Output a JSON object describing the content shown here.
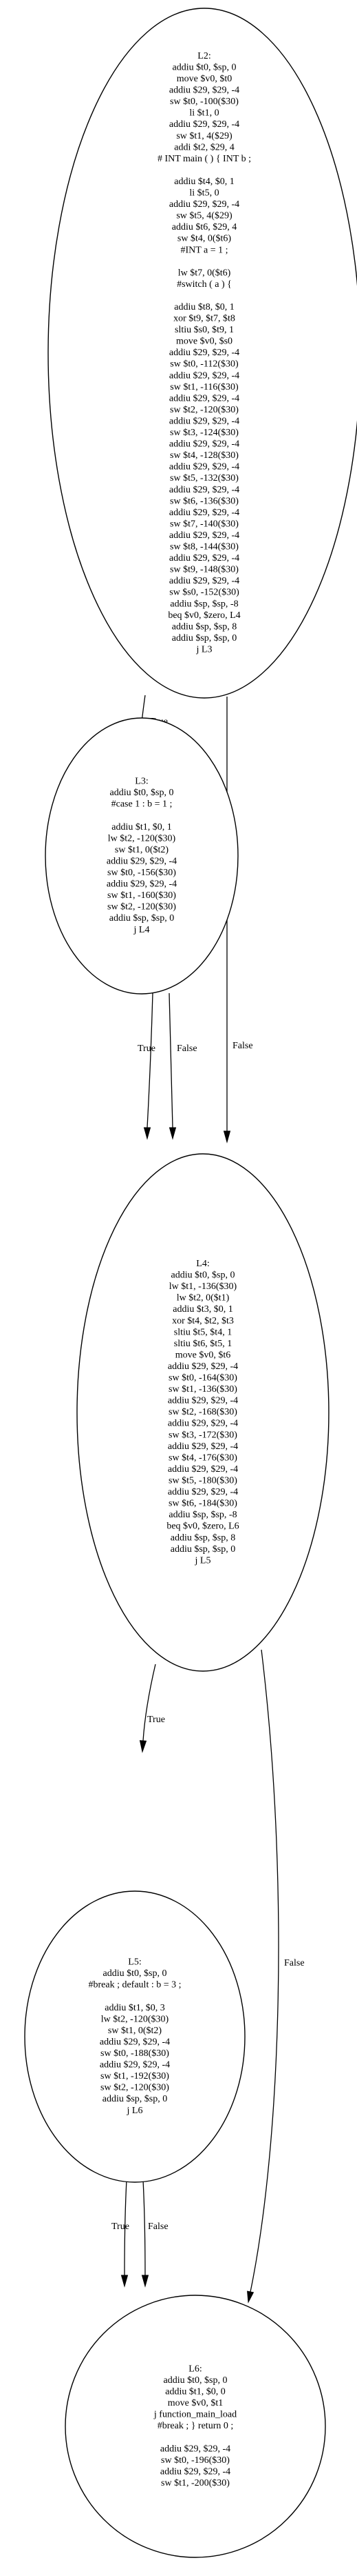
{
  "nodes": [
    {
      "id": "L2",
      "lines": [
        "L2:",
        "addiu $t0, $sp, 0",
        "move $v0, $t0",
        "addiu $29, $29, -4",
        "sw $t0, -100($30)",
        "li $t1, 0",
        "addiu $29, $29, -4",
        "sw $t1, 4($29)",
        "addi $t2, $29, 4",
        "#   INT main ( ) { INT b ;",
        "",
        "addiu $t4, $0, 1",
        "li $t5, 0",
        "addiu $29, $29, -4",
        "sw $t5, 4($29)",
        "addiu $t6, $29, 4",
        "sw $t4, 0($t6)",
        "#INT a = 1 ;",
        "",
        "lw $t7, 0($t6)",
        "#switch ( a ) {",
        "",
        "addiu $t8, $0, 1",
        "xor $t9, $t7, $t8",
        "sltiu $s0, $t9, 1",
        "move $v0, $s0",
        "addiu $29, $29, -4",
        "sw $t0, -112($30)",
        "addiu $29, $29, -4",
        "sw $t1, -116($30)",
        "addiu $29, $29, -4",
        "sw $t2, -120($30)",
        "addiu $29, $29, -4",
        "sw $t3, -124($30)",
        "addiu $29, $29, -4",
        "sw $t4, -128($30)",
        "addiu $29, $29, -4",
        "sw $t5, -132($30)",
        "addiu $29, $29, -4",
        "sw $t6, -136($30)",
        "addiu $29, $29, -4",
        "sw $t7, -140($30)",
        "addiu $29, $29, -4",
        "sw $t8, -144($30)",
        "addiu $29, $29, -4",
        "sw $t9, -148($30)",
        "addiu $29, $29, -4",
        "sw $s0, -152($30)",
        "addiu $sp, $sp, -8",
        "beq $v0, $zero, L4",
        "addiu $sp, $sp, 8",
        "addiu $sp, $sp, 0",
        "j L3"
      ]
    },
    {
      "id": "L3",
      "lines": [
        "L3:",
        "addiu $t0, $sp, 0",
        "#case 1 : b = 1 ;",
        "",
        "addiu $t1, $0, 1",
        "lw $t2, -120($30)",
        "sw $t1, 0($t2)",
        "addiu $29, $29, -4",
        "sw $t0, -156($30)",
        "addiu $29, $29, -4",
        "sw $t1, -160($30)",
        "sw $t2, -120($30)",
        "addiu $sp, $sp, 0",
        "j L4"
      ]
    },
    {
      "id": "L4",
      "lines": [
        "L4:",
        "addiu $t0, $sp, 0",
        "lw $t1, -136($30)",
        "lw $t2, 0($t1)",
        "addiu $t3, $0, 1",
        "xor $t4, $t2, $t3",
        "sltiu $t5, $t4, 1",
        "sltiu $t6, $t5, 1",
        "move $v0, $t6",
        "addiu $29, $29, -4",
        "sw $t0, -164($30)",
        "sw $t1, -136($30)",
        "addiu $29, $29, -4",
        "sw $t2, -168($30)",
        "addiu $29, $29, -4",
        "sw $t3, -172($30)",
        "addiu $29, $29, -4",
        "sw $t4, -176($30)",
        "addiu $29, $29, -4",
        "sw $t5, -180($30)",
        "addiu $29, $29, -4",
        "sw $t6, -184($30)",
        "addiu $sp, $sp, -8",
        "beq $v0, $zero, L6",
        "addiu $sp, $sp, 8",
        "addiu $sp, $sp, 0",
        "j L5"
      ]
    },
    {
      "id": "L5",
      "lines": [
        "L5:",
        "addiu $t0, $sp, 0",
        "#break ; default : b = 3 ;",
        "",
        "addiu $t1, $0, 3",
        "lw $t2, -120($30)",
        "sw $t1, 0($t2)",
        "addiu $29, $29, -4",
        "sw $t0, -188($30)",
        "addiu $29, $29, -4",
        "sw $t1, -192($30)",
        "sw $t2, -120($30)",
        "addiu $sp, $sp, 0",
        "j L6"
      ]
    },
    {
      "id": "L6",
      "lines": [
        "L6:",
        "addiu $t0, $sp, 0",
        "addiu $t1, $0, 0",
        "move $v0, $t1",
        "j function_main_load",
        "#break ;  } return 0 ;",
        "",
        "addiu $29, $29, -4",
        "sw $t0, -196($30)",
        "addiu $29, $29, -4",
        "sw $t1, -200($30)"
      ]
    }
  ],
  "edges": [
    {
      "from": "L2",
      "to": "L3",
      "label": "True"
    },
    {
      "from": "L2",
      "to": "L4",
      "label": "False"
    },
    {
      "from": "L3",
      "to": "L4",
      "label": "True"
    },
    {
      "from": "L3",
      "to": "L4",
      "label": "False"
    },
    {
      "from": "L4",
      "to": "L5",
      "label": "True"
    },
    {
      "from": "L4",
      "to": "L6",
      "label": "False"
    },
    {
      "from": "L5",
      "to": "L6",
      "label": "True"
    },
    {
      "from": "L5",
      "to": "L6",
      "label": "False"
    }
  ]
}
